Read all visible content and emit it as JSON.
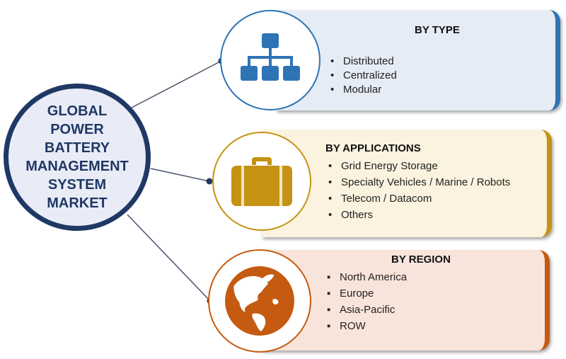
{
  "hub": {
    "title_lines": [
      "GLOBAL",
      "POWER",
      "BATTERY",
      "MANAGEMENT",
      "SYSTEM",
      "MARKET"
    ]
  },
  "segments": [
    {
      "title": "BY TYPE",
      "icon": "hierarchy-icon",
      "accent": "#2e74b5",
      "background": "#e6ecf5",
      "items": [
        "Distributed",
        "Centralized",
        "Modular"
      ]
    },
    {
      "title": "BY APPLICATIONS",
      "icon": "briefcase-icon",
      "accent": "#c69214",
      "background": "#fbf3df",
      "items": [
        "Grid Energy Storage",
        "Specialty Vehicles / Marine / Robots",
        "Telecom  / Datacom",
        "Others"
      ]
    },
    {
      "title": "BY REGION",
      "icon": "globe-icon",
      "accent": "#c55a11",
      "background": "#f9e4dc",
      "items": [
        "North America",
        "Europe",
        "Asia-Pacific",
        "ROW"
      ]
    }
  ],
  "colors": {
    "hub_border": "#1f3864",
    "hub_fill": "#e9ecf7",
    "connector": "#44546a"
  }
}
